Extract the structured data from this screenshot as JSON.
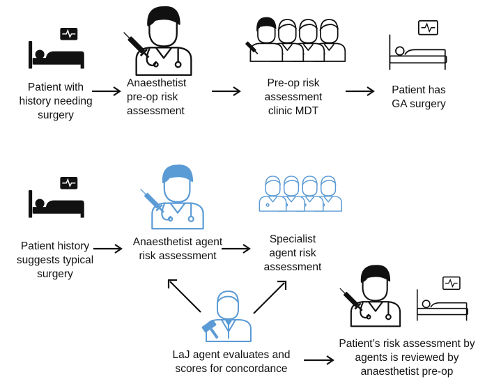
{
  "row1": {
    "patient_label": "Patient with\nhistory needing\nsurgery",
    "anaesthetist_label": "Anaesthetist\npre-op risk\nassessment",
    "mdt_label": "Pre-op risk\nassessment\nclinic MDT",
    "surgery_label": "Patient has\nGA surgery"
  },
  "row2": {
    "patient_label": "Patient history\nsuggests typical\nsurgery",
    "anaesthetist_agent_label": "Anaesthetist agent\nrisk  assessment",
    "specialist_label": "Specialist\nagent risk\nassessment",
    "laj_label": "LaJ agent evaluates and\nscores for concordance",
    "review_label": "Patient’s risk assessment by\nagents is reviewed by\nanaesthetist pre-op"
  },
  "colors": {
    "ink": "#111111",
    "agent_blue": "#5b9bd5"
  },
  "icons": [
    "hospital-bed-icon",
    "heart-monitor-icon",
    "doctor-icon",
    "syringe-icon",
    "stethoscope-icon",
    "medical-team-icon",
    "judge-gavel-icon"
  ]
}
